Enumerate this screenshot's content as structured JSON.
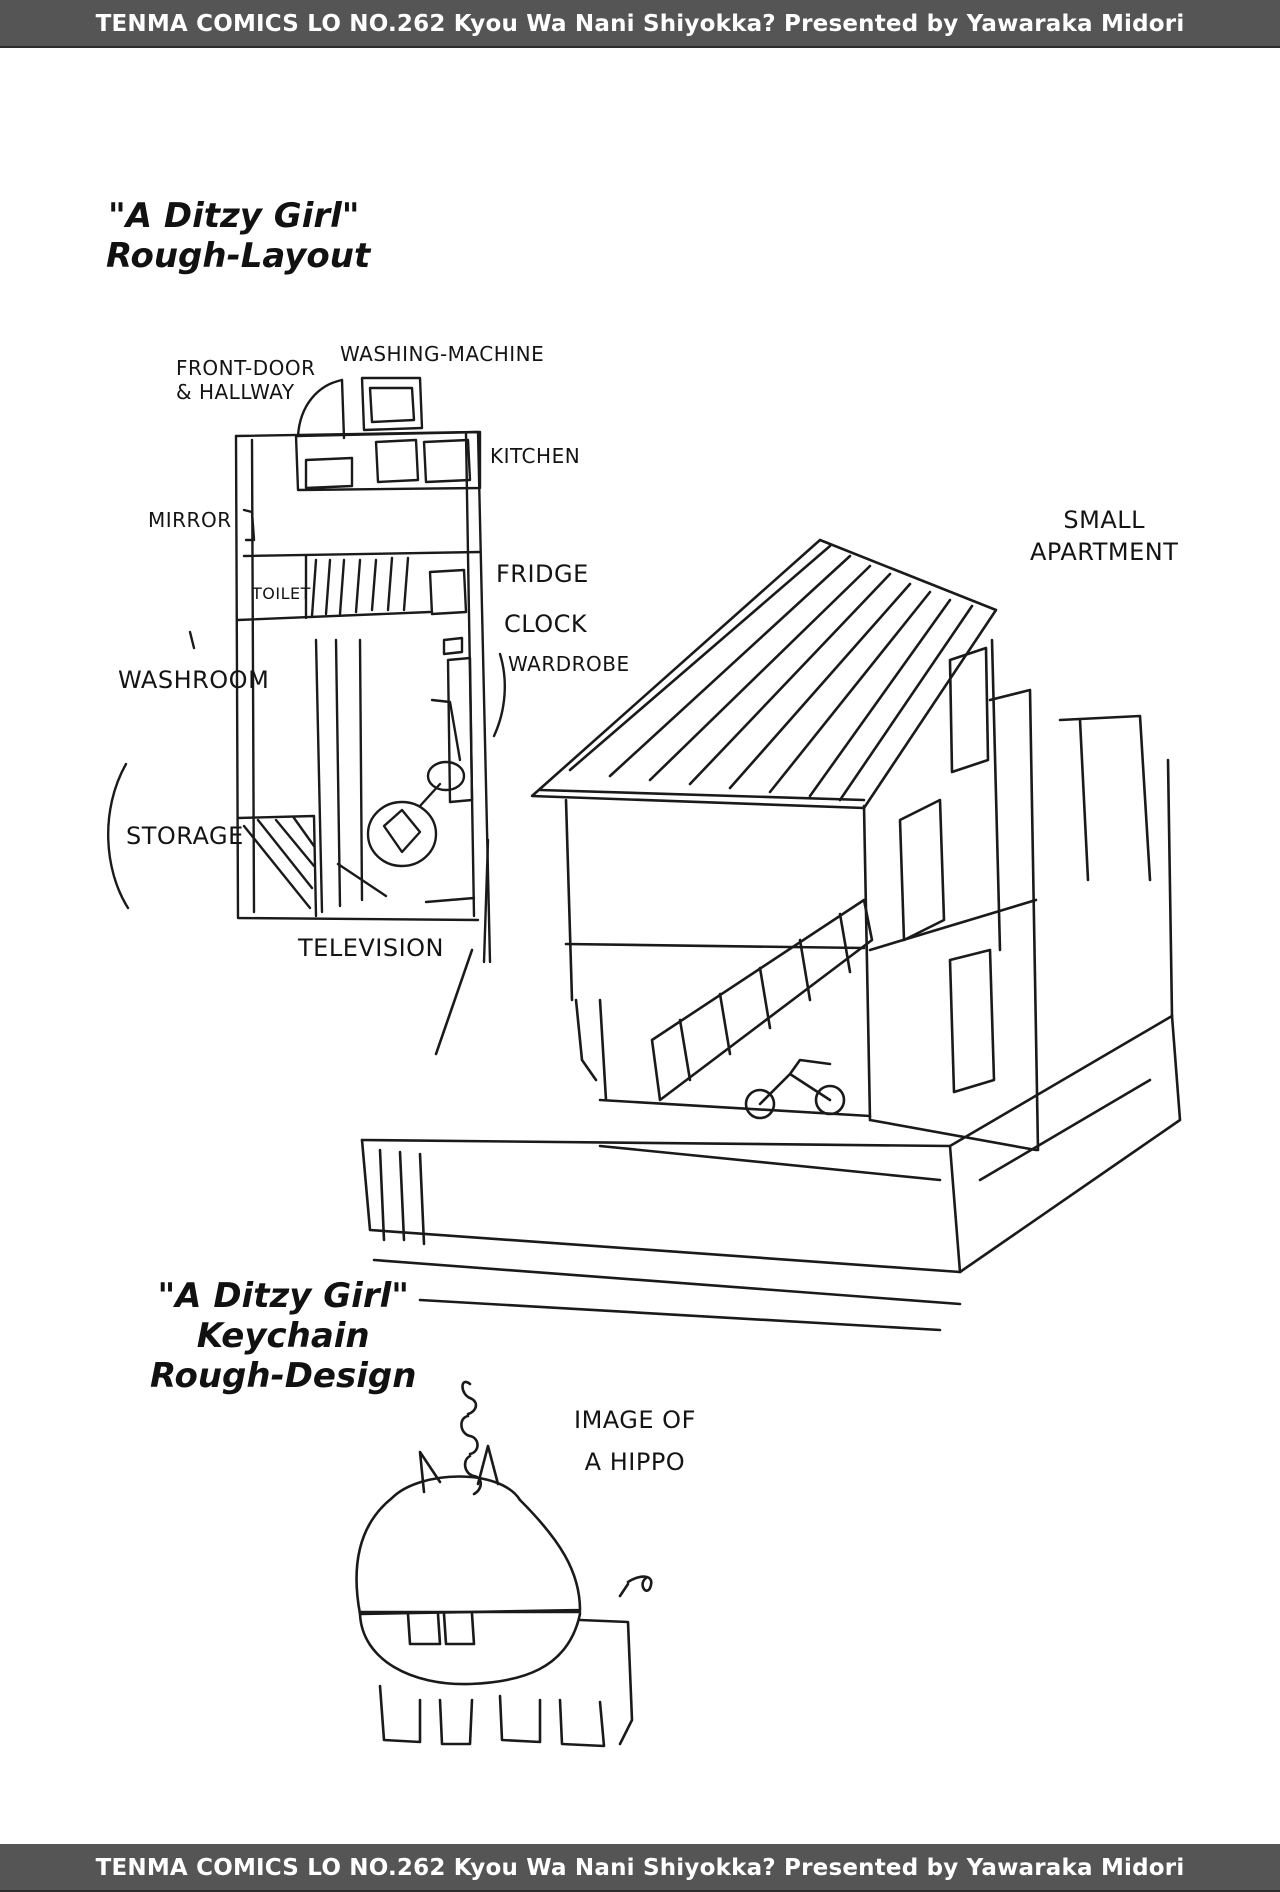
{
  "banner": {
    "top": "TENMA COMICS LO NO.262 Kyou Wa Nani Shiyokka? Presented by Yawaraka Midori",
    "bottom": "TENMA COMICS LO NO.262 Kyou Wa Nani Shiyokka? Presented by Yawaraka Midori"
  },
  "layout_section": {
    "title_line1": "\"A Ditzy Girl\"",
    "title_line2": "Rough-Layout",
    "labels": {
      "front_door_line1": "FRONT-DOOR",
      "front_door_line2": "& HALLWAY",
      "washing_machine": "WASHING-MACHINE",
      "kitchen": "KITCHEN",
      "mirror": "MIRROR",
      "toilet": "TOILET",
      "fridge": "FRIDGE",
      "clock": "CLOCK",
      "wardrobe": "WARDROBE",
      "washroom": "WASHROOM",
      "storage": "STORAGE",
      "television": "TELEVISION",
      "small_apartment_line1": "SMALL",
      "small_apartment_line2": "APARTMENT"
    }
  },
  "keychain_section": {
    "title_line1": "\"A Ditzy Girl\"",
    "title_line2": "Keychain",
    "title_line3": "Rough-Design",
    "hippo_label_line1": "IMAGE OF",
    "hippo_label_line2": "A HIPPO"
  }
}
